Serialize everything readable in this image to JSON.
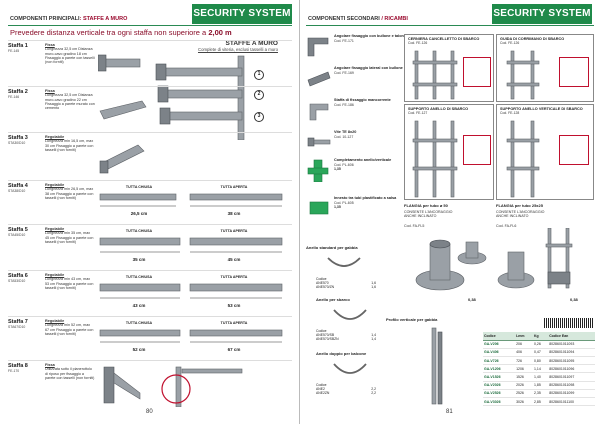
{
  "left": {
    "section": {
      "prefix": "COMPONENTI PRINCIPALI",
      "highlight": ": STAFFE A MURO"
    },
    "banner": "SECURITY SYSTEM",
    "subtitle": {
      "text": "Prevedere distanza verticale tra ogni staffa non superiore a ",
      "highlight": "2,00 m"
    },
    "wall": {
      "title": "STAFFE A MURO",
      "subtitle": "Complete di viteria, esclusi tasselli a muro",
      "callouts": [
        "1",
        "2",
        "3"
      ]
    },
    "staffe": [
      {
        "title": "Staffa 1",
        "code": "FE-145",
        "desc_title": "Fissa",
        "desc": "Lunghezza 32,5 cm Distanza muro-cavo gradino 18 cm Fissaggio a parete con tasselli (non forniti)"
      },
      {
        "title": "Staffa 2",
        "code": "FE-146",
        "desc_title": "Fissa",
        "desc": "Lunghezza 32,5 cm Distanza muro-cavo gradino 22 cm Fissaggio a parete murato con cemento"
      },
      {
        "title": "Staffa 3",
        "code": "STA30/D10",
        "desc_title": "Regolabile",
        "desc": "Lunghezza min 16,5 cm, max 30 cm Fissaggio a parete con tasselli (non forniti)"
      },
      {
        "title": "Staffa 4",
        "code": "STA38/D10",
        "desc_title": "Regolabile",
        "desc": "Lunghezza min 26,5 cm, max 38 cm Fissaggio a parete con tasselli (non forniti)"
      },
      {
        "title": "Staffa 5",
        "code": "STA45/D10",
        "desc_title": "Regolabile",
        "desc": "Lunghezza min 35 cm, max 45 cm Fissaggio a parete con tasselli (non forniti)"
      },
      {
        "title": "Staffa 6",
        "code": "STA53/D10",
        "desc_title": "Regolabile",
        "desc": "Lunghezza min 43 cm, max 53 cm Fissaggio a parete con tasselli (non forniti)"
      },
      {
        "title": "Staffa 7",
        "code": "STA67/D10",
        "desc_title": "Regolabile",
        "desc": "Lunghezza min 52 cm, max 67 cm Fissaggio a parete con tasselli (non forniti)"
      },
      {
        "title": "Staffa 8",
        "code": "FE-170",
        "desc_title": "Fissa",
        "desc": "Utilizzata sotto il pianerottolo di riposo per fissaggio a parete con tasselli (non forniti)"
      }
    ],
    "dims": [
      {
        "chiusa": "TUTTA CHIUSA",
        "aperta": "TUTTA APERTA",
        "min": "26,5 cm",
        "max": "38 cm"
      },
      {
        "chiusa": "TUTTA CHIUSA",
        "aperta": "TUTTA APERTA",
        "min": "35 cm",
        "max": "45 cm"
      },
      {
        "chiusa": "TUTTA CHIUSA",
        "aperta": "TUTTA APERTA",
        "min": "43 cm",
        "max": "53 cm"
      },
      {
        "chiusa": "TUTTA CHIUSA",
        "aperta": "TUTTA APERTA",
        "min": "52 cm",
        "max": "67 cm"
      }
    ],
    "page_number": "80"
  },
  "right": {
    "section": {
      "prefix": "COMPONENTI SECONDARI",
      "highlight": " / RICAMBI"
    },
    "banner": "SECURITY SYSTEM",
    "accessories": [
      {
        "title": "Angolare fissaggio con bullone e talone",
        "code": "Cod. FE-171"
      },
      {
        "title": "Angolare fissaggio lateral con bullone",
        "code": "Cod. FE-169"
      },
      {
        "title": "Staffa di fissaggio mancorrente",
        "code": "Cod. FE-186"
      },
      {
        "title": "Vite TE 8x20",
        "code": "Cod. 10-127"
      },
      {
        "title": "Completamento anello/verticale",
        "code": "Cod. PL-606",
        "note": "1,35"
      },
      {
        "title": "Innesto tra tubi plastificato a salsa",
        "code": "Cod. PL-605",
        "note": "1,35"
      }
    ],
    "boxes": [
      {
        "title": "CERNIERA CANCELLETTO DI SBARCO",
        "code": "Cod. FE-126"
      },
      {
        "title": "GUIDA DI CORRIMANO DI SBARCO",
        "code": "Cod. FE-126"
      },
      {
        "title": "SUPPORTO ANELLO DI SBARCO",
        "code": "Cod. FE-127"
      },
      {
        "title": "SUPPORTO ANELLO VERTICALE DI SBARCO",
        "code": "Cod. FE-128"
      }
    ],
    "flangia1": {
      "title": "FLANGIA per tubo ø 50",
      "sub": "CONSENTE L'ANCORAGGIO ANCHE INCLINATO",
      "code": "Cod. FA-FL5",
      "price": "0,38"
    },
    "flangia2": {
      "title": "FLANGIA per tubo 25x25",
      "sub": "CONSENTE L'ANCORAGGIO ANCHE INCLINATO",
      "code": "Cod. FA-FL6",
      "price": "0,38"
    },
    "anelli_standard": {
      "title": "Anello standard per gabbia",
      "rows": [
        [
          "Codice",
          ""
        ],
        [
          "ANE570",
          "1,6"
        ],
        [
          "ANE570/ZN",
          "1,6"
        ]
      ]
    },
    "anelli_sbarco": {
      "title": "Anello per sbarco",
      "rows": [
        [
          "Codice",
          ""
        ],
        [
          "ANE570/SB",
          "1,4"
        ],
        [
          "ANE570/SBZN",
          "1,4"
        ]
      ]
    },
    "anelli_doppio": {
      "title": "Anello doppio per balcone",
      "rows": [
        [
          "Codice",
          ""
        ],
        [
          "ANE2",
          "2,2"
        ],
        [
          "ANE2ZN",
          "2,2"
        ]
      ]
    },
    "profilo": {
      "title": "Profilo verticale per gabbia"
    },
    "table": {
      "headers": [
        "Codice",
        "Lmm",
        "Kg",
        "Codice Ean"
      ],
      "rows": [
        [
          "GA-V206",
          "206",
          "0,26",
          "8028601011093"
        ],
        [
          "GA-V406",
          "406",
          "0,47",
          "8028601011094"
        ],
        [
          "GA-V726",
          "726",
          "0,80",
          "8028601011095"
        ],
        [
          "GA-V1206",
          "1206",
          "1,14",
          "8028601011096"
        ],
        [
          "GA-V1526",
          "1526",
          "1,40",
          "8028601011097"
        ],
        [
          "GA-V2026",
          "2026",
          "1,85",
          "8028601011098"
        ],
        [
          "GA-V2526",
          "2526",
          "2,35",
          "8028601011099"
        ],
        [
          "GA-V3026",
          "3026",
          "2,85",
          "8028601011100"
        ]
      ]
    },
    "page_number": "81"
  }
}
